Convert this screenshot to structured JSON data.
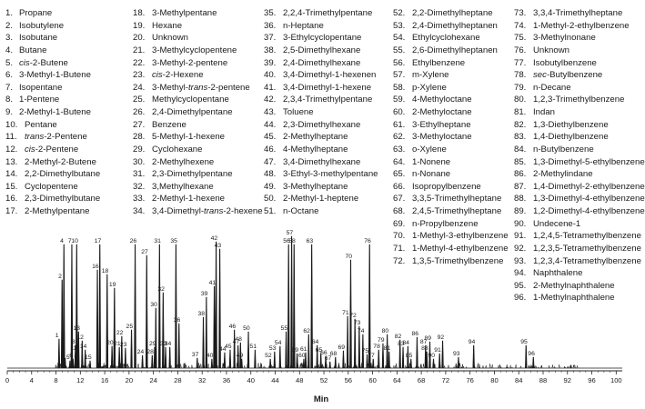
{
  "chart_data": {
    "type": "line",
    "xlabel": "Min",
    "xlim": [
      0,
      101
    ],
    "x_ticks": [
      "0",
      "4",
      "8",
      "12",
      "16",
      "20",
      "24",
      "28",
      "32",
      "36",
      "40",
      "44",
      "48",
      "52",
      "56",
      "60",
      "64",
      "68",
      "72",
      "76",
      "80",
      "84",
      "88",
      "92",
      "96",
      "100"
    ],
    "series": [
      {
        "peaks": [
          {
            "label": "1",
            "rt": 8.5,
            "h": 32
          },
          {
            "label": "2",
            "rt": 9.0,
            "h": 97
          },
          {
            "label": "3",
            "rt": 9.5,
            "h": 11
          },
          {
            "label": "4",
            "rt": 9.3,
            "h": 136
          },
          {
            "label": "5",
            "rt": 10.3,
            "h": 8
          },
          {
            "label": "6",
            "rt": 10.8,
            "h": 10
          },
          {
            "label": "7",
            "rt": 10.6,
            "h": 136
          },
          {
            "label": "8",
            "rt": 11.2,
            "h": 25
          },
          {
            "label": "9",
            "rt": 11.6,
            "h": 8
          },
          {
            "label": "10",
            "rt": 11.4,
            "h": 136
          },
          {
            "label": "11",
            "rt": 11.2,
            "h": 18
          },
          {
            "label": "12",
            "rt": 12.3,
            "h": 30
          },
          {
            "label": "13",
            "rt": 11.7,
            "h": 40
          },
          {
            "label": "14",
            "rt": 12.8,
            "h": 20
          },
          {
            "label": "15",
            "rt": 13.6,
            "h": 8
          },
          {
            "label": "16",
            "rt": 14.8,
            "h": 108
          },
          {
            "label": "17",
            "rt": 15.2,
            "h": 136
          },
          {
            "label": "18",
            "rt": 16.4,
            "h": 103
          },
          {
            "label": "19",
            "rt": 17.6,
            "h": 88
          },
          {
            "label": "20",
            "rt": 17.2,
            "h": 24
          },
          {
            "label": "21",
            "rt": 18.4,
            "h": 23
          },
          {
            "label": "22",
            "rt": 18.8,
            "h": 35
          },
          {
            "label": "23",
            "rt": 19.4,
            "h": 22
          },
          {
            "label": "24",
            "rt": 22.2,
            "h": 14
          },
          {
            "label": "25",
            "rt": 20.4,
            "h": 42
          },
          {
            "label": "26",
            "rt": 21.0,
            "h": 136
          },
          {
            "label": "27",
            "rt": 22.9,
            "h": 124
          },
          {
            "label": "28",
            "rt": 23.8,
            "h": 14
          },
          {
            "label": "29",
            "rt": 24.2,
            "h": 23
          },
          {
            "label": "30",
            "rt": 24.4,
            "h": 66
          },
          {
            "label": "31",
            "rt": 25.0,
            "h": 136
          },
          {
            "label": "32",
            "rt": 25.6,
            "h": 83
          },
          {
            "label": "33",
            "rt": 26.0,
            "h": 23
          },
          {
            "label": "34",
            "rt": 26.7,
            "h": 23
          },
          {
            "label": "35",
            "rt": 27.7,
            "h": 136
          },
          {
            "label": "36",
            "rt": 28.2,
            "h": 49
          },
          {
            "label": "37",
            "rt": 31.2,
            "h": 11
          },
          {
            "label": "38",
            "rt": 32.2,
            "h": 56
          },
          {
            "label": "39",
            "rt": 32.7,
            "h": 78
          },
          {
            "label": "40",
            "rt": 33.6,
            "h": 10
          },
          {
            "label": "41",
            "rt": 34.0,
            "h": 90
          },
          {
            "label": "42",
            "rt": 34.3,
            "h": 139
          },
          {
            "label": "43",
            "rt": 34.9,
            "h": 131
          },
          {
            "label": "44",
            "rt": 35.7,
            "h": 17
          },
          {
            "label": "45",
            "rt": 36.6,
            "h": 20
          },
          {
            "label": "46",
            "rt": 37.3,
            "h": 42
          },
          {
            "label": "47",
            "rt": 37.9,
            "h": 25
          },
          {
            "label": "48",
            "rt": 38.3,
            "h": 28
          },
          {
            "label": "49",
            "rt": 38.5,
            "h": 10
          },
          {
            "label": "50",
            "rt": 39.6,
            "h": 40
          },
          {
            "label": "51",
            "rt": 40.7,
            "h": 20
          },
          {
            "label": "52",
            "rt": 43.2,
            "h": 10
          },
          {
            "label": "53",
            "rt": 43.9,
            "h": 18
          },
          {
            "label": "54",
            "rt": 44.8,
            "h": 24
          },
          {
            "label": "55",
            "rt": 45.8,
            "h": 40
          },
          {
            "label": "56",
            "rt": 46.2,
            "h": 136
          },
          {
            "label": "57",
            "rt": 46.7,
            "h": 145
          },
          {
            "label": "58",
            "rt": 47.1,
            "h": 136
          },
          {
            "label": "59",
            "rt": 47.6,
            "h": 16
          },
          {
            "label": "60",
            "rt": 48.7,
            "h": 10
          },
          {
            "label": "61",
            "rt": 49.0,
            "h": 17
          },
          {
            "label": "62",
            "rt": 49.5,
            "h": 37
          },
          {
            "label": "63",
            "rt": 50.0,
            "h": 136
          },
          {
            "label": "64",
            "rt": 50.9,
            "h": 25
          },
          {
            "label": "65",
            "rt": 51.5,
            "h": 16
          },
          {
            "label": "66",
            "rt": 52.3,
            "h": 13
          },
          {
            "label": "67",
            "rt": 53.0,
            "h": 7
          },
          {
            "label": "68",
            "rt": 53.9,
            "h": 12
          },
          {
            "label": "69",
            "rt": 55.2,
            "h": 19
          },
          {
            "label": "70",
            "rt": 56.4,
            "h": 119
          },
          {
            "label": "71",
            "rt": 55.9,
            "h": 57
          },
          {
            "label": "72",
            "rt": 57.1,
            "h": 54
          },
          {
            "label": "73",
            "rt": 57.8,
            "h": 46
          },
          {
            "label": "74",
            "rt": 58.4,
            "h": 37
          },
          {
            "label": "75",
            "rt": 59.1,
            "h": 15
          },
          {
            "label": "76",
            "rt": 59.5,
            "h": 136
          },
          {
            "label": "77",
            "rt": 60.1,
            "h": 10
          },
          {
            "label": "78",
            "rt": 61.0,
            "h": 20
          },
          {
            "label": "79",
            "rt": 61.7,
            "h": 27
          },
          {
            "label": "80",
            "rt": 62.4,
            "h": 37
          },
          {
            "label": "81",
            "rt": 62.7,
            "h": 18
          },
          {
            "label": "82",
            "rt": 64.5,
            "h": 31
          },
          {
            "label": "83",
            "rt": 65.0,
            "h": 23
          },
          {
            "label": "84",
            "rt": 65.8,
            "h": 24
          },
          {
            "label": "85",
            "rt": 66.3,
            "h": 10
          },
          {
            "label": "86",
            "rt": 67.3,
            "h": 34
          },
          {
            "label": "87",
            "rt": 68.7,
            "h": 25
          },
          {
            "label": "88",
            "rt": 68.9,
            "h": 18
          },
          {
            "label": "89",
            "rt": 69.4,
            "h": 29
          },
          {
            "label": "90",
            "rt": 70.0,
            "h": 10
          },
          {
            "label": "91",
            "rt": 71.0,
            "h": 16
          },
          {
            "label": "92",
            "rt": 71.5,
            "h": 30
          },
          {
            "label": "93",
            "rt": 74.1,
            "h": 12
          },
          {
            "label": "94",
            "rt": 76.6,
            "h": 25
          },
          {
            "label": "95",
            "rt": 85.2,
            "h": 25
          },
          {
            "label": "96",
            "rt": 86.4,
            "h": 12
          }
        ]
      }
    ]
  },
  "legend": [
    [
      "1.",
      "Propane"
    ],
    [
      "2.",
      "Isobutylene"
    ],
    [
      "3.",
      "Isobutane"
    ],
    [
      "4.",
      "Butane"
    ],
    [
      "5.",
      "cis-2-Butene"
    ],
    [
      "6.",
      "3-Methyl-1-Butene"
    ],
    [
      "7.",
      "Isopentane"
    ],
    [
      "8.",
      "1-Pentene"
    ],
    [
      "9.",
      "2-Methyl-1-Butene"
    ],
    [
      "10.",
      "Pentane"
    ],
    [
      "11.",
      "trans-2-Pentene"
    ],
    [
      "12.",
      "cis-2-Pentene"
    ],
    [
      "13.",
      "2-Methyl-2-Butene"
    ],
    [
      "14.",
      "2,2-Dimethylbutane"
    ],
    [
      "15.",
      "Cyclopentene"
    ],
    [
      "16.",
      "2,3-Dimethylbutane"
    ],
    [
      "17.",
      "2-Methylpentane"
    ],
    [
      "18.",
      "3-Methylpentane"
    ],
    [
      "19.",
      "Hexane"
    ],
    [
      "20.",
      "Unknown"
    ],
    [
      "21.",
      "3-Methylcyclopentene"
    ],
    [
      "22.",
      "3-Methyl-2-pentene"
    ],
    [
      "23.",
      "cis-2-Hexene"
    ],
    [
      "24.",
      "3-Methyl-trans-2-pentene"
    ],
    [
      "25.",
      "Methylcyclopentane"
    ],
    [
      "26.",
      "2,4-Dimethylpentane"
    ],
    [
      "27.",
      "Benzene"
    ],
    [
      "28.",
      "5-Methyl-1-hexene"
    ],
    [
      "29.",
      "Cyclohexane"
    ],
    [
      "30.",
      "2-Methylhexene"
    ],
    [
      "31.",
      "2,3-Dimethylpentane"
    ],
    [
      "32.",
      "3,Methylhexane"
    ],
    [
      "33.",
      "2-Methyl-1-hexene"
    ],
    [
      "34.",
      "3,4-Dimethyl-trans-2-hexene"
    ],
    [
      "35.",
      "2,2,4-Trimethylpentane"
    ],
    [
      "36.",
      "n-Heptane"
    ],
    [
      "37.",
      "3-Ethylcyclopentane"
    ],
    [
      "38.",
      "2,5-Dimethylhexane"
    ],
    [
      "39.",
      "2,4-Dimethylhexane"
    ],
    [
      "40.",
      "3,4-Dimethyl-1-hexenen"
    ],
    [
      "41.",
      "3,4-Dimethyl-1-hexene"
    ],
    [
      "42.",
      "2,3,4-Trimethylpentane"
    ],
    [
      "43.",
      "Toluene"
    ],
    [
      "44.",
      "2,3-Dimethylhexane"
    ],
    [
      "45.",
      "2-Methylheptane"
    ],
    [
      "46.",
      "4-Methylheptane"
    ],
    [
      "47.",
      "3,4-Dimethylhexane"
    ],
    [
      "48.",
      "3-Ethyl-3-methylpentane"
    ],
    [
      "49.",
      "3-Methylheptane"
    ],
    [
      "50.",
      "2-Methyl-1-heptene"
    ],
    [
      "51.",
      "n-Octane"
    ],
    [
      "52.",
      "2,2-Dimethylheptane"
    ],
    [
      "53.",
      "2,4-Dimethylheptanen"
    ],
    [
      "54.",
      "Ethylcyclohexane"
    ],
    [
      "55.",
      "2,6-Dimethylheptanen"
    ],
    [
      "56.",
      "Ethylbenzene"
    ],
    [
      "57.",
      "m-Xylene"
    ],
    [
      "58.",
      "p-Xylene"
    ],
    [
      "59.",
      "4-Methyloctane"
    ],
    [
      "60.",
      "2-Methyloctane"
    ],
    [
      "61.",
      "3-Ethylheptane"
    ],
    [
      "62.",
      "3-Methyloctane"
    ],
    [
      "63.",
      "o-Xylene"
    ],
    [
      "64.",
      "1-Nonene"
    ],
    [
      "65.",
      "n-Nonane"
    ],
    [
      "66.",
      "Isopropylbenzene"
    ],
    [
      "67.",
      "3,3,5-Trimethylheptane"
    ],
    [
      "68.",
      "2,4,5-Trimethylheptane"
    ],
    [
      "69.",
      "n-Propylbenzene"
    ],
    [
      "70.",
      "1-Methyl-3-ethylbenzene"
    ],
    [
      "71.",
      "1-Methyl-4-ethylbenzene"
    ],
    [
      "72.",
      "1,3,5-Trimethylbenzene"
    ],
    [
      "73.",
      "3,3,4-Trimethylheptane"
    ],
    [
      "74.",
      "1-Methyl-2-ethylbenzene"
    ],
    [
      "75.",
      "3-Methylnonane"
    ],
    [
      "76.",
      "Unknown"
    ],
    [
      "77.",
      "Isobutylbenzene"
    ],
    [
      "78.",
      "sec-Butylbenzene"
    ],
    [
      "79.",
      "n-Decane"
    ],
    [
      "80.",
      "1,2,3-Trimethylbenzene"
    ],
    [
      "81.",
      "Indan"
    ],
    [
      "82.",
      "1,3-Diethylbenzene"
    ],
    [
      "83.",
      "1,4-Diethylbenzene"
    ],
    [
      "84.",
      "n-Butylbenzene"
    ],
    [
      "85.",
      "1,3-Dimethyl-5-ethylbenzene"
    ],
    [
      "86.",
      "2-Methylindane"
    ],
    [
      "87.",
      "1,4-Dimethyl-2-ethylbenzene"
    ],
    [
      "88.",
      "1,3-Dimethyl-4-ethylbenzene"
    ],
    [
      "89.",
      "1,2-Dimethyl-4-ethylbenzene"
    ],
    [
      "90.",
      "Undecene-1"
    ],
    [
      "91.",
      "1,2,4,5-Tetramethylbenzene"
    ],
    [
      "92.",
      "1,2,3,5-Tetramethylbenzene"
    ],
    [
      "93.",
      "1,2,3,4-Tetramethylbenzene"
    ],
    [
      "94.",
      "Naphthalene"
    ],
    [
      "95.",
      "2-Methylnaphthalene"
    ],
    [
      "96.",
      "1-Methylnaphthalene"
    ]
  ],
  "colors": {
    "trace": "#1a1a1a",
    "axis": "#222222",
    "text": "#1a1a1a"
  }
}
